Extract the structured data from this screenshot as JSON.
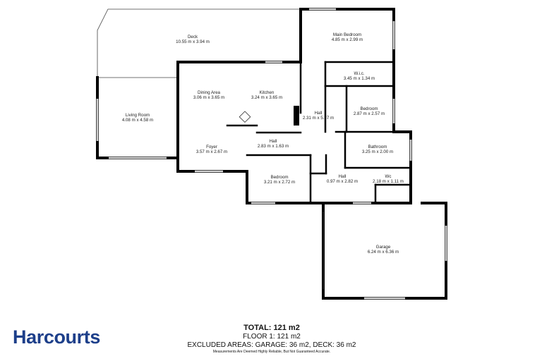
{
  "rooms": {
    "deck": {
      "name": "Deck",
      "dims": "10.55 m x 3.94 m"
    },
    "main_bedroom": {
      "name": "Main Bedroom",
      "dims": "4.85 m x 2.99 m"
    },
    "wic": {
      "name": "W.i.c.",
      "dims": "3.45 m x 1.34 m"
    },
    "dining": {
      "name": "Dining Area",
      "dims": "3.06 m x 3.65 m"
    },
    "kitchen": {
      "name": "Kitchen",
      "dims": "3.24 m x 3.65 m"
    },
    "living": {
      "name": "Living Room",
      "dims": "4.08 m x 4.58 m"
    },
    "hall_central": {
      "name": "Hall",
      "dims": "2.31 m x 5.37 m"
    },
    "bedroom_2": {
      "name": "Bedroom",
      "dims": "2.87 m x 2.57 m"
    },
    "hall_foyer": {
      "name": "Hall",
      "dims": "2.83 m x 1.63 m"
    },
    "foyer": {
      "name": "Foyer",
      "dims": "3.57 m x 2.67 m"
    },
    "bathroom": {
      "name": "Bathroom",
      "dims": "3.25 m x 2.00 m"
    },
    "bedroom_3": {
      "name": "Bedroom",
      "dims": "3.21 m x 2.72 m"
    },
    "hall_lower": {
      "name": "Hall",
      "dims": "0.97 m x 2.82 m"
    },
    "wc": {
      "name": "Wc",
      "dims": "2.18 m x 1.11 m"
    },
    "garage": {
      "name": "Garage",
      "dims": "6.24 m x 6.36 m"
    }
  },
  "logo": {
    "text": "Harcourts",
    "color": "#1d3f8a"
  },
  "summary": {
    "total": "TOTAL: 121 m2",
    "floor": "FLOOR 1: 121 m2",
    "excluded": "EXCLUDED AREAS: GARAGE: 36 m2, DECK: 36 m2",
    "disclaimer": "Measurements Are Deemed Highly Reliable, But Not Guaranteed Accurate."
  }
}
